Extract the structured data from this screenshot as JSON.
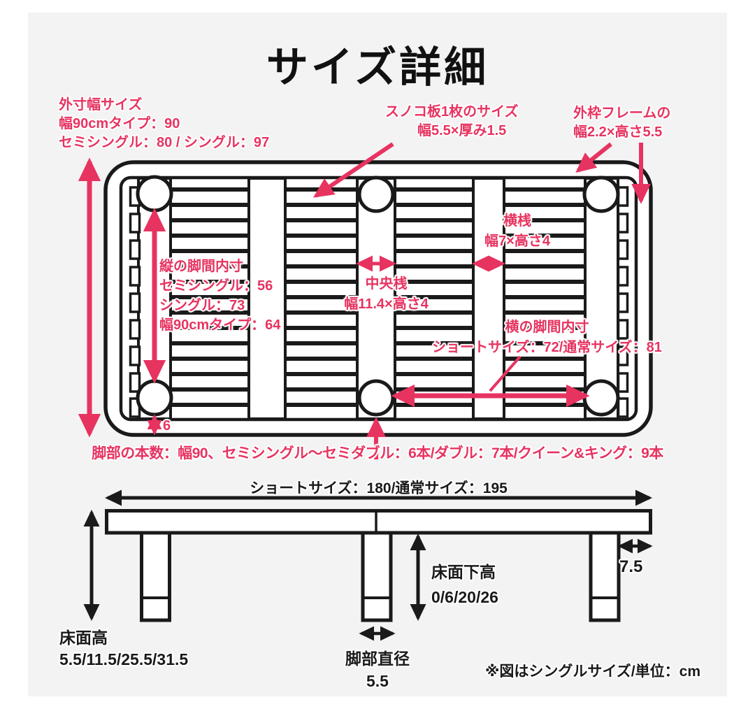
{
  "colors": {
    "accent": "#e73360",
    "ink": "#1a1a1a",
    "panel": "#f3f3f3"
  },
  "title": "サイズ詳細",
  "top_view": {
    "outer_width": [
      "外寸幅サイズ",
      "幅90cmタイプ：90",
      "セミシングル：80 / シングル：97"
    ],
    "slat_size": [
      "スノコ板1枚のサイズ",
      "幅5.5×厚み1.5"
    ],
    "outer_frame": [
      "外枠フレームの",
      "幅2.2×高さ5.5"
    ],
    "vertical_leg_span": [
      "縦の脚間内寸",
      "セミシングル：56",
      "シングル：73",
      "幅90cmタイプ：64"
    ],
    "center_rail": [
      "中央桟",
      "幅11.4×高さ4"
    ],
    "cross_rail": [
      "横桟",
      "幅7×高さ4"
    ],
    "horizontal_leg_span": [
      "横の脚間内寸",
      "ショートサイズ：72/通常サイズ：81"
    ],
    "leg_edge_gap": "6",
    "leg_count": "脚部の本数：幅90、セミシングル～セミダブル：6本/ダブル：7本/クイーン&キング：9本"
  },
  "side_view": {
    "length": "ショートサイズ：180/通常サイズ：195",
    "floor_height": [
      "床面高",
      "5.5/11.5/25.5/31.5"
    ],
    "under_clearance": [
      "床面下高",
      "0/6/20/26"
    ],
    "leg_inset": "7.5",
    "leg_diameter": [
      "脚部直径",
      "5.5"
    ],
    "note": "※図はシングルサイズ/単位：cm"
  }
}
